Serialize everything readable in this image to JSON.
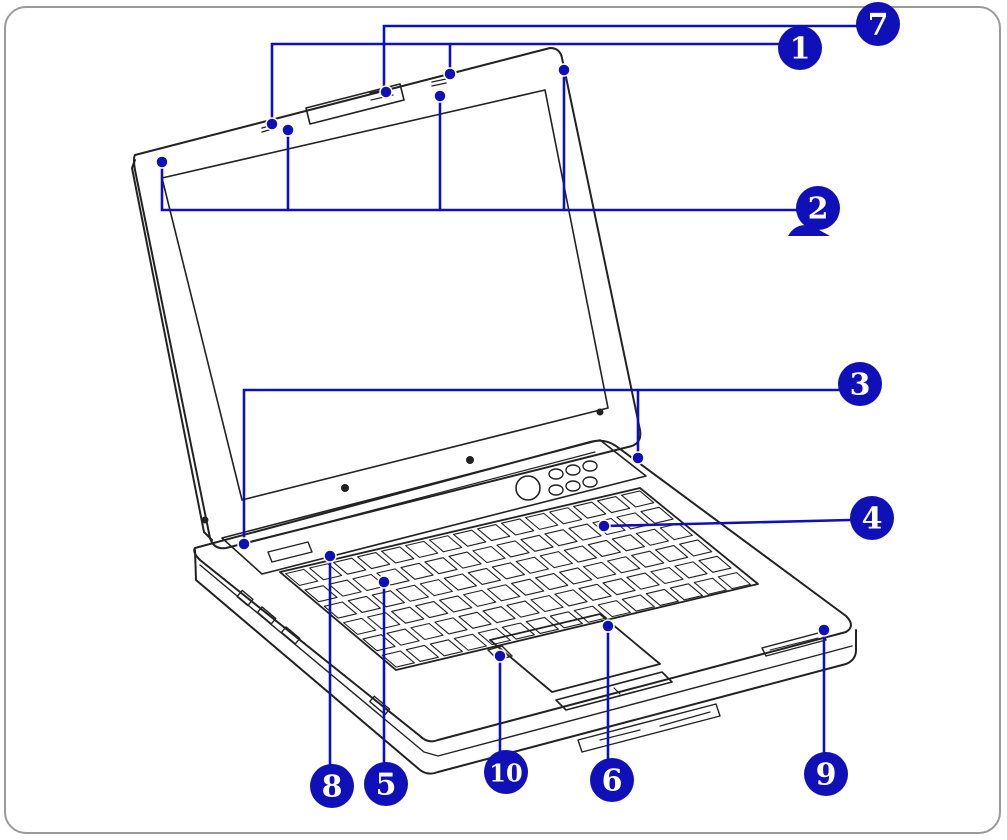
{
  "diagram": {
    "accent_color": "#1010b8",
    "callouts": [
      {
        "id": "1",
        "label": "1"
      },
      {
        "id": "2",
        "label": "2"
      },
      {
        "id": "3",
        "label": "3"
      },
      {
        "id": "4",
        "label": "4"
      },
      {
        "id": "5",
        "label": "5"
      },
      {
        "id": "6",
        "label": "6"
      },
      {
        "id": "7",
        "label": "7"
      },
      {
        "id": "8",
        "label": "8"
      },
      {
        "id": "9",
        "label": "9"
      },
      {
        "id": "10",
        "label": "10"
      }
    ]
  }
}
